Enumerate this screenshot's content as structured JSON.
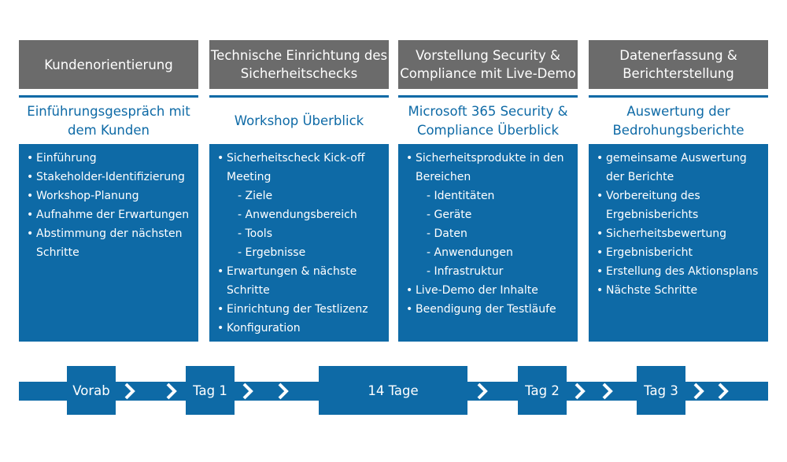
{
  "columns": [
    {
      "header": "Kundenorientierung",
      "subheader": "Einführungsgespräch mit dem Kunden",
      "items": [
        {
          "text": "Einführung",
          "level": 1
        },
        {
          "text": "Stakeholder-Identifizierung",
          "level": 1
        },
        {
          "text": "Workshop-Planung",
          "level": 1
        },
        {
          "text": "Aufnahme der Erwartungen",
          "level": 1
        },
        {
          "text": "Abstimmung der nächsten Schritte",
          "level": 1
        }
      ]
    },
    {
      "header": "Technische Einrichtung des Sicherheitschecks",
      "subheader": "Workshop Überblick",
      "items": [
        {
          "text": "Sicherheitscheck Kick-off Meeting",
          "level": 1
        },
        {
          "text": "- Ziele",
          "level": 2
        },
        {
          "text": "- Anwendungsbereich",
          "level": 2
        },
        {
          "text": "- Tools",
          "level": 2
        },
        {
          "text": "- Ergebnisse",
          "level": 2
        },
        {
          "text": "Erwartungen & nächste Schritte",
          "level": 1
        },
        {
          "text": "Einrichtung der Testlizenz",
          "level": 1
        },
        {
          "text": "Konfiguration",
          "level": 1
        }
      ]
    },
    {
      "header": "Vorstellung Security & Compliance mit Live-Demo",
      "subheader": "Microsoft 365 Security & Compliance Überblick",
      "items": [
        {
          "text": "Sicherheitsprodukte in den Bereichen",
          "level": 1
        },
        {
          "text": "- Identitäten",
          "level": 2
        },
        {
          "text": "- Geräte",
          "level": 2
        },
        {
          "text": "- Daten",
          "level": 2
        },
        {
          "text": "- Anwendungen",
          "level": 2
        },
        {
          "text": "- Infrastruktur",
          "level": 2
        },
        {
          "text": "Live-Demo der Inhalte",
          "level": 1
        },
        {
          "text": "Beendigung der Testläufe",
          "level": 1
        }
      ]
    },
    {
      "header": "Datenerfassung & Berichterstellung",
      "subheader": "Auswertung der Bedrohungsberichte",
      "items": [
        {
          "text": "gemeinsame Auswertung der Berichte",
          "level": 1
        },
        {
          "text": "Vorbereitung des Ergebnisberichts",
          "level": 1
        },
        {
          "text": "Sicherheitsbewertung",
          "level": 1
        },
        {
          "text": "Ergebnisbericht",
          "level": 1
        },
        {
          "text": "Erstellung des Aktionsplans",
          "level": 1
        },
        {
          "text": "Nächste Schritte",
          "level": 1
        }
      ]
    }
  ],
  "timeline": {
    "labels": [
      "Vorab",
      "Tag 1",
      "14 Tage",
      "Tag 2",
      "Tag 3"
    ]
  },
  "colors": {
    "blue": "#0e6aa6",
    "gray": "#6b6b6b",
    "white": "#ffffff"
  }
}
